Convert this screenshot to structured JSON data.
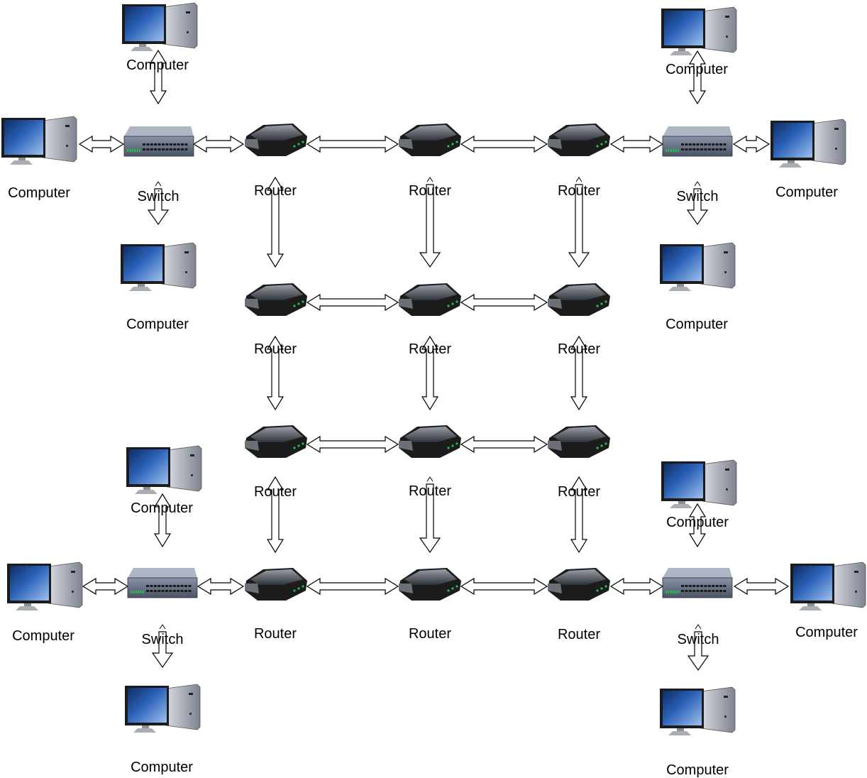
{
  "labels": {
    "computer": "Computer",
    "switch": "Switch",
    "router": "Router"
  },
  "colors": {
    "background": "#ffffff",
    "arrow_fill": "#ffffff",
    "arrow_stroke": "#000000",
    "monitor_screen": "#2b62b8",
    "device_dark": "#1c1c1c",
    "switch_body": "#4a5366",
    "port_led": "#22c24a"
  },
  "nodes": [
    {
      "id": "pc-top-left-a",
      "type": "computer",
      "label": "Computer"
    },
    {
      "id": "pc-top-left-b",
      "type": "computer",
      "label": "Computer"
    },
    {
      "id": "pc-top-left-c",
      "type": "computer",
      "label": "Computer"
    },
    {
      "id": "sw-top-left",
      "type": "switch",
      "label": "Switch"
    },
    {
      "id": "r-1-1",
      "type": "router",
      "label": "Router"
    },
    {
      "id": "r-1-2",
      "type": "router",
      "label": "Router"
    },
    {
      "id": "r-1-3",
      "type": "router",
      "label": "Router"
    },
    {
      "id": "sw-top-right",
      "type": "switch",
      "label": "Switch"
    },
    {
      "id": "pc-top-right-a",
      "type": "computer",
      "label": "Computer"
    },
    {
      "id": "pc-top-right-b",
      "type": "computer",
      "label": "Computer"
    },
    {
      "id": "pc-top-right-c",
      "type": "computer",
      "label": "Computer"
    },
    {
      "id": "r-2-1",
      "type": "router",
      "label": "Router"
    },
    {
      "id": "r-2-2",
      "type": "router",
      "label": "Router"
    },
    {
      "id": "r-2-3",
      "type": "router",
      "label": "Router"
    },
    {
      "id": "r-3-1",
      "type": "router",
      "label": "Router"
    },
    {
      "id": "r-3-2",
      "type": "router",
      "label": "Router"
    },
    {
      "id": "r-3-3",
      "type": "router",
      "label": "Router"
    },
    {
      "id": "pc-bottom-left-a",
      "type": "computer",
      "label": "Computer"
    },
    {
      "id": "pc-bottom-left-b",
      "type": "computer",
      "label": "Computer"
    },
    {
      "id": "pc-bottom-left-c",
      "type": "computer",
      "label": "Computer"
    },
    {
      "id": "sw-bottom-left",
      "type": "switch",
      "label": "Switch"
    },
    {
      "id": "r-4-1",
      "type": "router",
      "label": "Router"
    },
    {
      "id": "r-4-2",
      "type": "router",
      "label": "Router"
    },
    {
      "id": "r-4-3",
      "type": "router",
      "label": "Router"
    },
    {
      "id": "sw-bottom-right",
      "type": "switch",
      "label": "Switch"
    },
    {
      "id": "pc-bottom-right-a",
      "type": "computer",
      "label": "Computer"
    },
    {
      "id": "pc-bottom-right-b",
      "type": "computer",
      "label": "Computer"
    },
    {
      "id": "pc-bottom-right-c",
      "type": "computer",
      "label": "Computer"
    }
  ]
}
